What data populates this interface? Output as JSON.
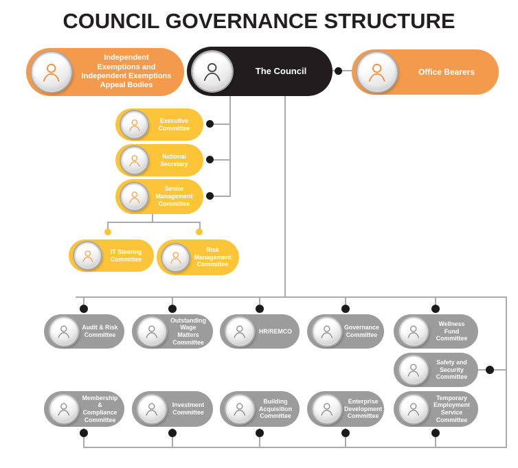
{
  "title": "COUNCIL GOVERNANCE STRUCTURE",
  "colors": {
    "orange": "#f39a4c",
    "yellow": "#fcc438",
    "gray": "#9c9c9c",
    "black": "#211d1e",
    "line": "#aaaaaa",
    "dot": "#1a1a1a"
  },
  "nodes": {
    "independent": {
      "label": "Independent\nExemptions and\nIndependent Exemptions\nAppeal Bodies"
    },
    "council": {
      "label": "The Council"
    },
    "office_bearers": {
      "label": "Office Bearers"
    },
    "executive": {
      "label": "Executive\nCommittee"
    },
    "national_secretary": {
      "label": "National\nSecretary"
    },
    "senior_management": {
      "label": "Senior\nManagement\nCommittee"
    },
    "it_steering": {
      "label": "IT Steering\nCommittee"
    },
    "risk_management": {
      "label": "Risk\nManagement\nCommittee"
    },
    "audit_risk": {
      "label": "Audit & Risk\nCommittee"
    },
    "outstanding_wage": {
      "label": "Outstanding\nWage Matters\nCommittee"
    },
    "hr_remco": {
      "label": "HR/REMCO"
    },
    "governance": {
      "label": "Governance\nCommittee"
    },
    "wellness_fund": {
      "label": "Wellness\nFund\nCommittee"
    },
    "safety_security": {
      "label": "Safety and\nSecurity\nCommittee"
    },
    "membership_compliance": {
      "label": "Membership\n& Compliance\nCommittee"
    },
    "investment": {
      "label": "Investment\nCommittee"
    },
    "building_acquisition": {
      "label": "Building\nAcquisition\nCommittee"
    },
    "enterprise_development": {
      "label": "Enterprise\nDevelopment\nCommittee"
    },
    "temporary_employment": {
      "label": "Temporary\nEmployment\nService\nCommittee"
    }
  }
}
